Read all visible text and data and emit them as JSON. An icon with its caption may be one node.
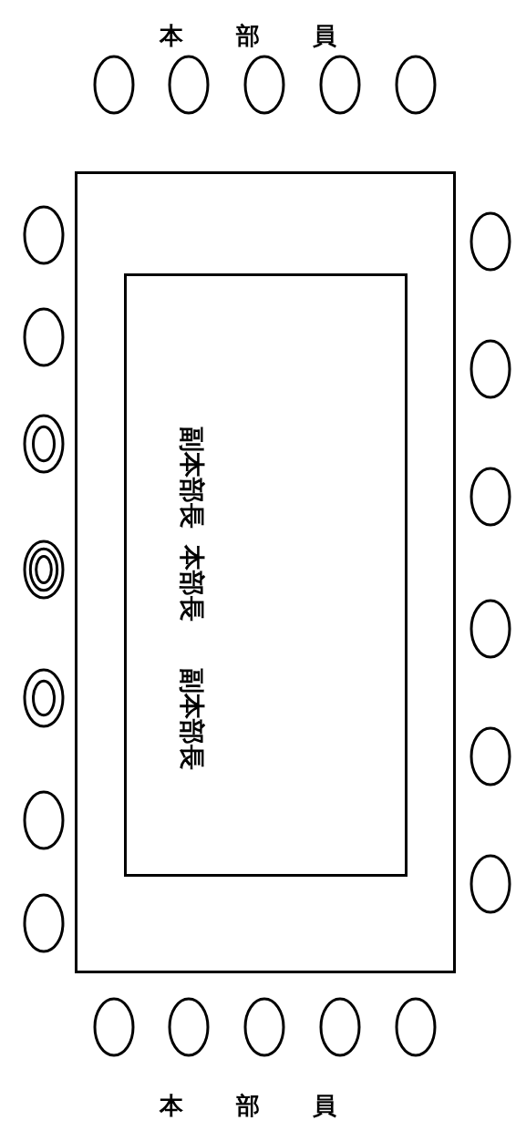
{
  "diagram": {
    "nodes": [
      {
        "text": [],
        "shape": "box"
      },
      {
        "text": [],
        "shape": "box",
        "in": 0
      },
      {
        "text": [],
        "shape": "circle"
      },
      {
        "text": [],
        "shape": "circle"
      },
      {
        "text": [],
        "shape": "circle"
      },
      {
        "text": [],
        "shape": "circle"
      },
      {
        "text": [],
        "shape": "circle"
      },
      {
        "text": [],
        "shape": "circle"
      },
      {
        "text": [],
        "shape": "circle"
      },
      {
        "text": [],
        "shape": "circle"
      },
      {
        "text": [],
        "shape": "circle"
      },
      {
        "text": [],
        "shape": "circle"
      },
      {
        "text": [],
        "shape": "circle"
      },
      {
        "text": [],
        "shape": "circle"
      },
      {
        "text": [],
        "shape": "circle"
      },
      {
        "text": [],
        "shape": "circle"
      },
      {
        "text": [],
        "shape": "circle"
      },
      {
        "text": [],
        "shape": "circle"
      },
      {
        "text": [],
        "shape": "circle"
      },
      {
        "text": [],
        "shape": "circle"
      },
      {
        "text": [],
        "shape": "circle"
      },
      {
        "text": [],
        "shape": "circle"
      },
      {
        "text": [],
        "shape": "circle"
      },
      {
        "text": [],
        "shape": "circle"
      },
      {
        "text": [],
        "shape": "circle"
      }
    ],
    "labels": [
      "本部員",
      "副本部長",
      "本部長",
      "副本部長",
      "本部員"
    ]
  }
}
